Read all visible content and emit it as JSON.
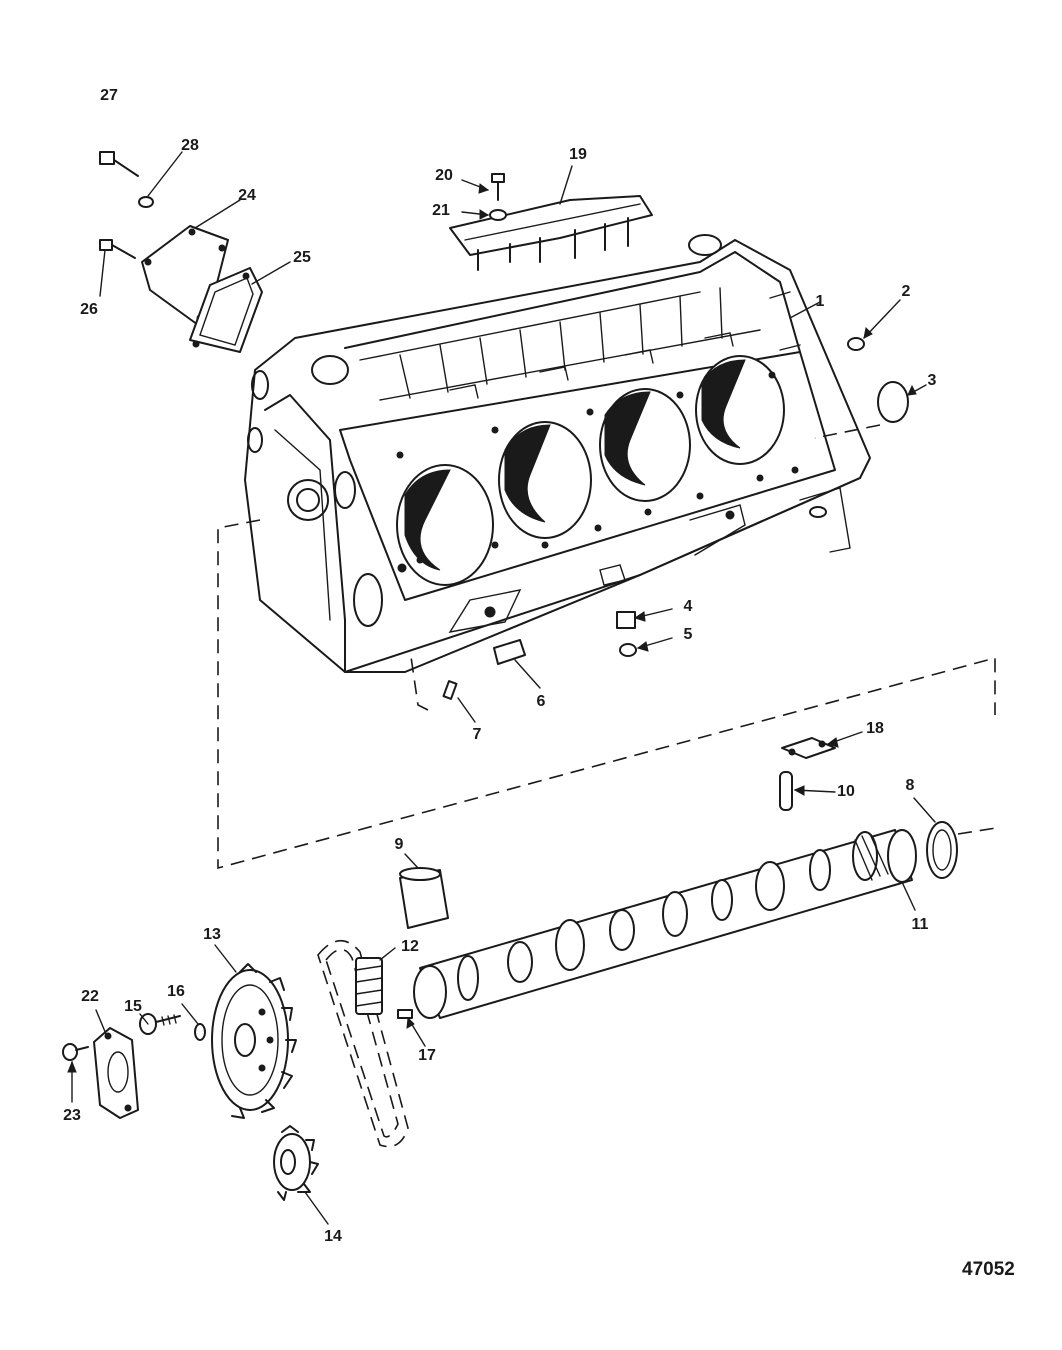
{
  "figure_number": "47052",
  "callouts": [
    {
      "id": "1",
      "label": "1"
    },
    {
      "id": "2",
      "label": "2"
    },
    {
      "id": "3",
      "label": "3"
    },
    {
      "id": "4",
      "label": "4"
    },
    {
      "id": "5",
      "label": "5"
    },
    {
      "id": "6",
      "label": "6"
    },
    {
      "id": "7",
      "label": "7"
    },
    {
      "id": "8",
      "label": "8"
    },
    {
      "id": "9",
      "label": "9"
    },
    {
      "id": "10",
      "label": "10"
    },
    {
      "id": "11",
      "label": "11"
    },
    {
      "id": "12",
      "label": "12"
    },
    {
      "id": "13",
      "label": "13"
    },
    {
      "id": "14",
      "label": "14"
    },
    {
      "id": "15",
      "label": "15"
    },
    {
      "id": "16",
      "label": "16"
    },
    {
      "id": "17",
      "label": "17"
    },
    {
      "id": "18",
      "label": "18"
    },
    {
      "id": "19",
      "label": "19"
    },
    {
      "id": "20",
      "label": "20"
    },
    {
      "id": "21",
      "label": "21"
    },
    {
      "id": "22",
      "label": "22"
    },
    {
      "id": "23",
      "label": "23"
    },
    {
      "id": "24",
      "label": "24"
    },
    {
      "id": "25",
      "label": "25"
    },
    {
      "id": "26",
      "label": "26"
    },
    {
      "id": "27",
      "label": "27"
    },
    {
      "id": "28",
      "label": "28"
    }
  ]
}
